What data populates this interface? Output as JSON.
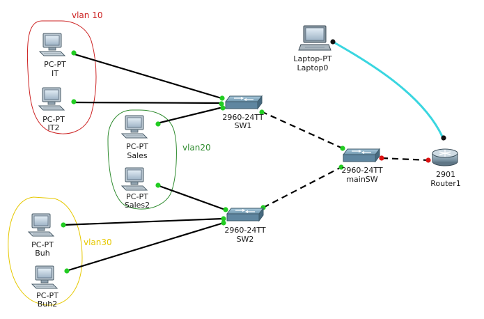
{
  "vlans": [
    {
      "id": "vlan10",
      "label": "vlan 10",
      "color": "#cc2222"
    },
    {
      "id": "vlan20",
      "label": "vlan20",
      "color": "#2e8b2e"
    },
    {
      "id": "vlan30",
      "label": "vlan30",
      "color": "#e6c800"
    }
  ],
  "devices": {
    "pc_it": {
      "type": "PC-PT",
      "name": "IT"
    },
    "pc_it2": {
      "type": "PC-PT",
      "name": "IT2"
    },
    "pc_sales": {
      "type": "PC-PT",
      "name": "Sales"
    },
    "pc_sales2": {
      "type": "PC-PT",
      "name": "Sales2"
    },
    "pc_buh": {
      "type": "PC-PT",
      "name": "Buh"
    },
    "pc_buh2": {
      "type": "PC-PT",
      "name": "Buh2"
    },
    "sw1": {
      "type": "2960-24TT",
      "name": "SW1"
    },
    "sw2": {
      "type": "2960-24TT",
      "name": "SW2"
    },
    "mainsw": {
      "type": "2960-24TT",
      "name": "mainSW"
    },
    "laptop": {
      "type": "Laptop-PT",
      "name": "Laptop0"
    },
    "router": {
      "type": "2901",
      "name": "Router1"
    }
  },
  "link_status_colors": {
    "up": "#22cc22",
    "down": "#dd1111",
    "console": "#111111"
  },
  "link_colors": {
    "ethernet": "#000000",
    "console_cable": "#3ad6e0"
  }
}
